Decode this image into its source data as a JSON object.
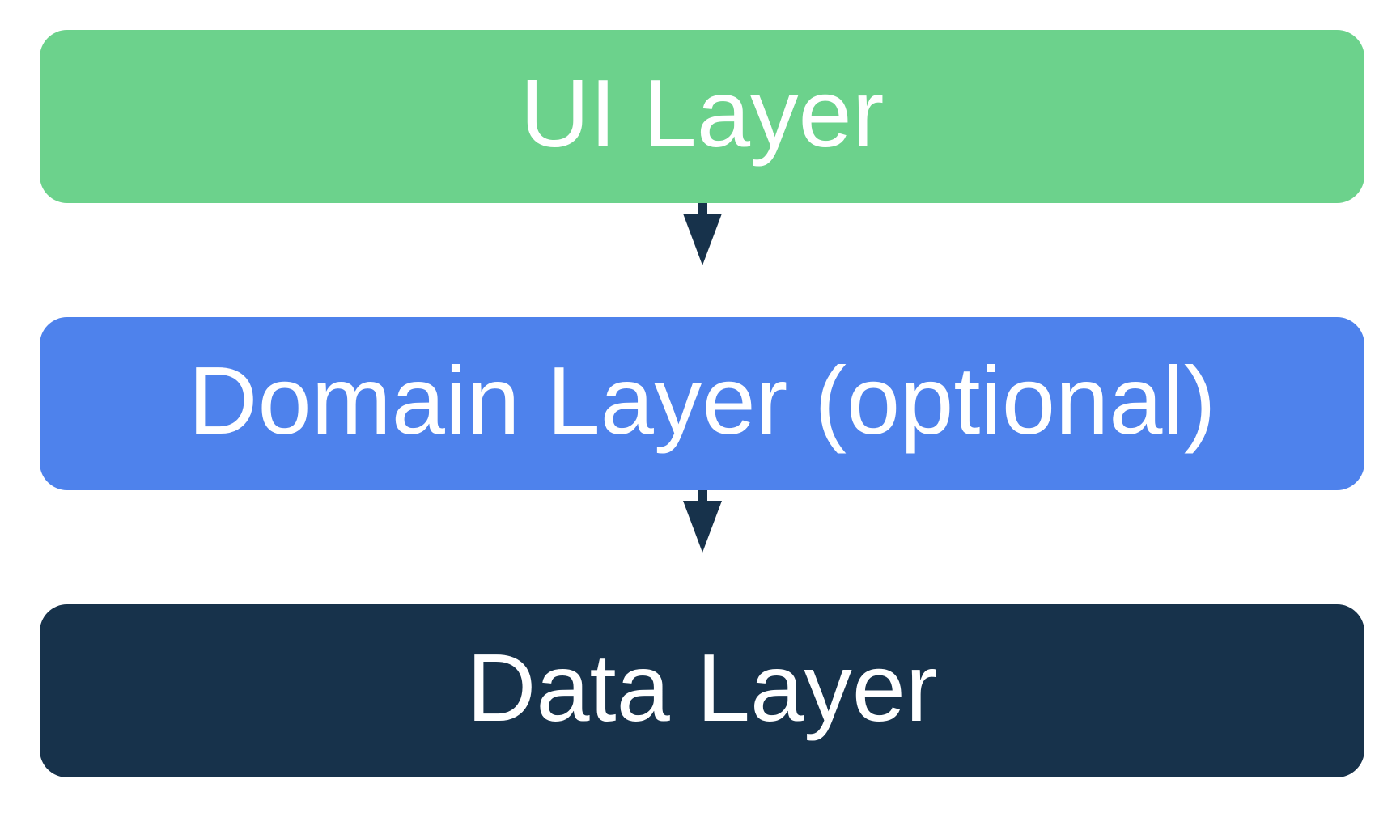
{
  "diagram": {
    "type": "layered-architecture-flow",
    "background_color": "#FFFFFF",
    "arrow_color": "#17324B",
    "text_color": "#FFFFFF",
    "layers": [
      {
        "id": "ui-layer",
        "label": "UI Layer",
        "fill": "#6CD28C"
      },
      {
        "id": "domain-layer",
        "label": "Domain Layer (optional)",
        "fill": "#4E82EC"
      },
      {
        "id": "data-layer",
        "label": "Data Layer",
        "fill": "#17324B"
      }
    ],
    "arrows": [
      {
        "from": "ui-layer",
        "to": "domain-layer",
        "direction": "down"
      },
      {
        "from": "domain-layer",
        "to": "data-layer",
        "direction": "down"
      }
    ]
  }
}
